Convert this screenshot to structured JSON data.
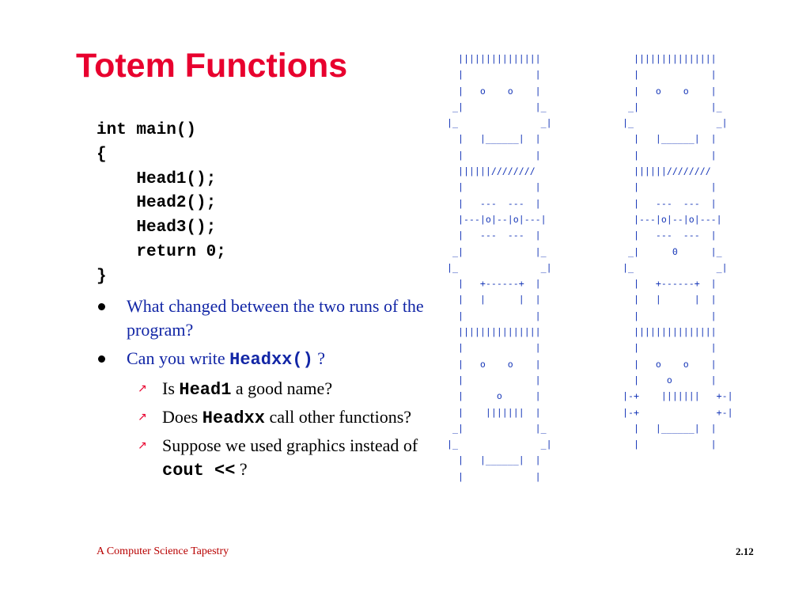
{
  "slide": {
    "title": "Totem Functions",
    "code": "int main()\n{\n    Head1();\n    Head2();\n    Head3();\n    return 0;\n}",
    "bullets": [
      {
        "text": "What changed between the two runs of the program?"
      },
      {
        "prefix": "Can you write ",
        "code": "Headxx()",
        "suffix": " ?"
      }
    ],
    "sub_bullets": [
      {
        "prefix": "Is ",
        "code": "Head1",
        "suffix": " a good name?"
      },
      {
        "prefix": "Does ",
        "code": "Headxx",
        "suffix": " call other functions?"
      },
      {
        "prefix": "Suppose we used graphics instead of ",
        "code": "cout <<",
        "suffix": " ?"
      }
    ],
    "footer_left": "A Computer Science Tapestry",
    "page_number": "2.12"
  },
  "totems": {
    "left": "  |||||||||||||||\n  |             |\n  |   o    o    |\n _|             |_\n|_               _|\n  |   |______|  |\n  |             |\n  ||||||////////\n  |             |\n  |   ---  ---  |\n  |---|o|--|o|---|\n  |   ---  ---  |\n _|             |_\n|_               _|\n  |   +------+  |\n  |   |      |  |\n  |             |\n  |||||||||||||||\n  |             |\n  |   o    o    |\n  |             |\n  |      o      |\n  |    |||||||  |\n _|             |_\n|_               _|\n  |   |______|  |\n  |             |",
    "right": "  |||||||||||||||\n  |             |\n  |   o    o    |\n _|             |_\n|_               _|\n  |   |______|  |\n  |             |\n  ||||||////////\n  |             |\n  |   ---  ---  |\n  |---|o|--|o|---|\n  |   ---  ---  |\n _|      0      |_\n|_               _|\n  |   +------+  |\n  |   |      |  |\n  |             |\n  |||||||||||||||\n  |             |\n  |   o    o    |\n  |     o       |\n|-+    |||||||   +-|\n|-+              +-|\n  |   |______|  |\n  |             |"
  }
}
